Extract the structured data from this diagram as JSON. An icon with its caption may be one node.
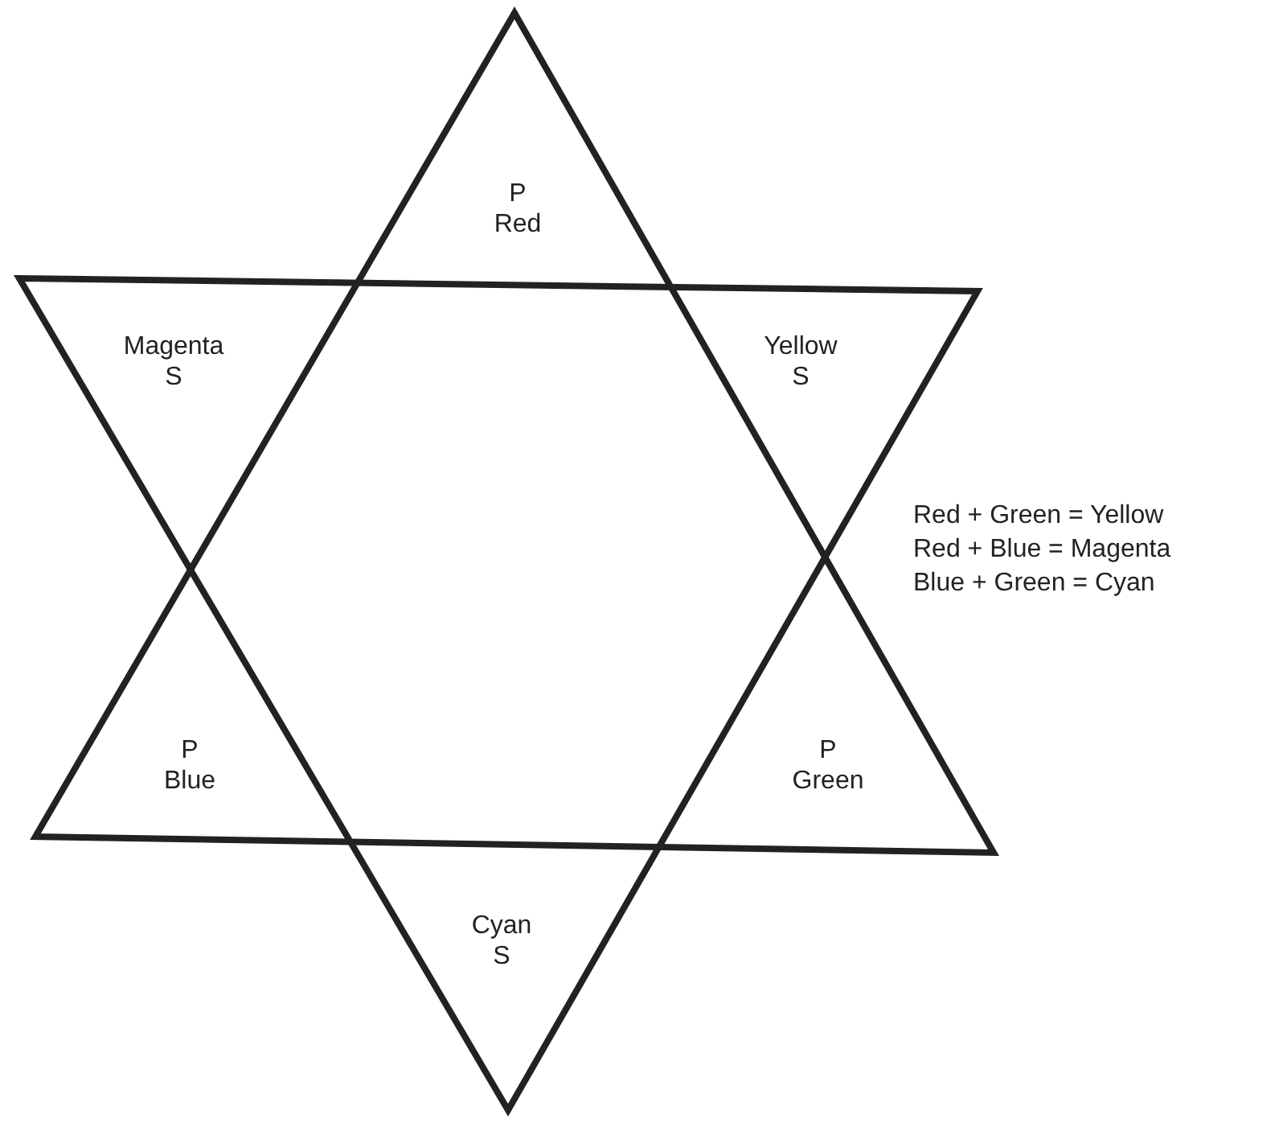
{
  "diagram": {
    "nodes": [
      {
        "text": [
          "P",
          "Red"
        ]
      },
      {
        "text": [
          "Magenta",
          "S"
        ]
      },
      {
        "text": [
          "Yellow",
          "S"
        ]
      },
      {
        "text": [
          "P",
          "Blue"
        ]
      },
      {
        "text": [
          "P",
          "Green"
        ]
      },
      {
        "text": [
          "Cyan",
          "S"
        ]
      }
    ],
    "labels": [
      "Red + Green = Yellow",
      "Red + Blue = Magenta",
      "Blue + Green = Cyan"
    ]
  }
}
